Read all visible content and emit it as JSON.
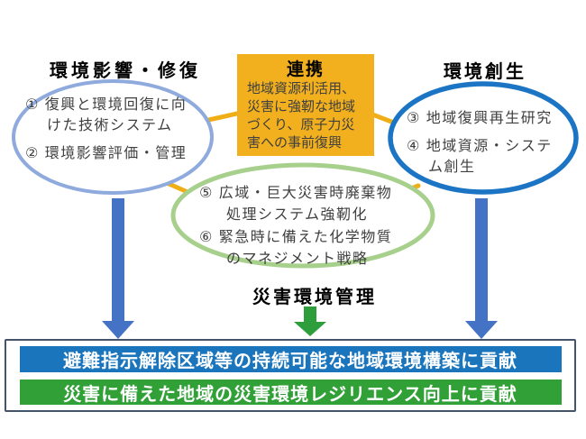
{
  "colors": {
    "gold": "#F2B01E",
    "connector_gold": "#EFAE15",
    "left_ellipse_stroke": "#8FAADC",
    "right_ellipse_stroke": "#1B74C4",
    "green_ellipse_stroke": "#A8D08D",
    "blue_arrow": "#4472C4",
    "green_arrow": "#2E9E3C",
    "banner_blue": "#1B75BC",
    "banner_green": "#31A037",
    "outer_border": "#44546A",
    "body_text": "#3F3F3F"
  },
  "left_group": {
    "heading": "環境影響・修復",
    "items": [
      {
        "lines": [
          "① 復興と環境回復に向",
          "けた技術システム"
        ]
      },
      {
        "lines": [
          "② 環境影響評価・管理"
        ]
      }
    ]
  },
  "center_box": {
    "title": "連携",
    "body_lines": [
      "地域資源利活用、",
      "災害に強靭な地域",
      "づくり、原子力災",
      "害への事前復興"
    ]
  },
  "right_group": {
    "heading": "環境創生",
    "items": [
      {
        "lines": [
          "③ 地域復興再生研究"
        ]
      },
      {
        "lines": [
          "④ 地域資源・システ",
          "ム創生"
        ]
      }
    ]
  },
  "bottom_ellipse": {
    "items": [
      {
        "lines": [
          "⑤ 広域・巨大災害時廃棄物",
          "処理システム強靭化"
        ]
      },
      {
        "lines": [
          "⑥ 緊急時に備えた化学物質",
          "のマネジメント戦略"
        ]
      }
    ]
  },
  "footer": {
    "heading": "災害環境管理",
    "banner_blue": "避難指示解除区域等の持続可能な地域環境構築に貢献",
    "banner_green": "災害に備えた地域の災害環境レジリエンス向上に貢献"
  }
}
